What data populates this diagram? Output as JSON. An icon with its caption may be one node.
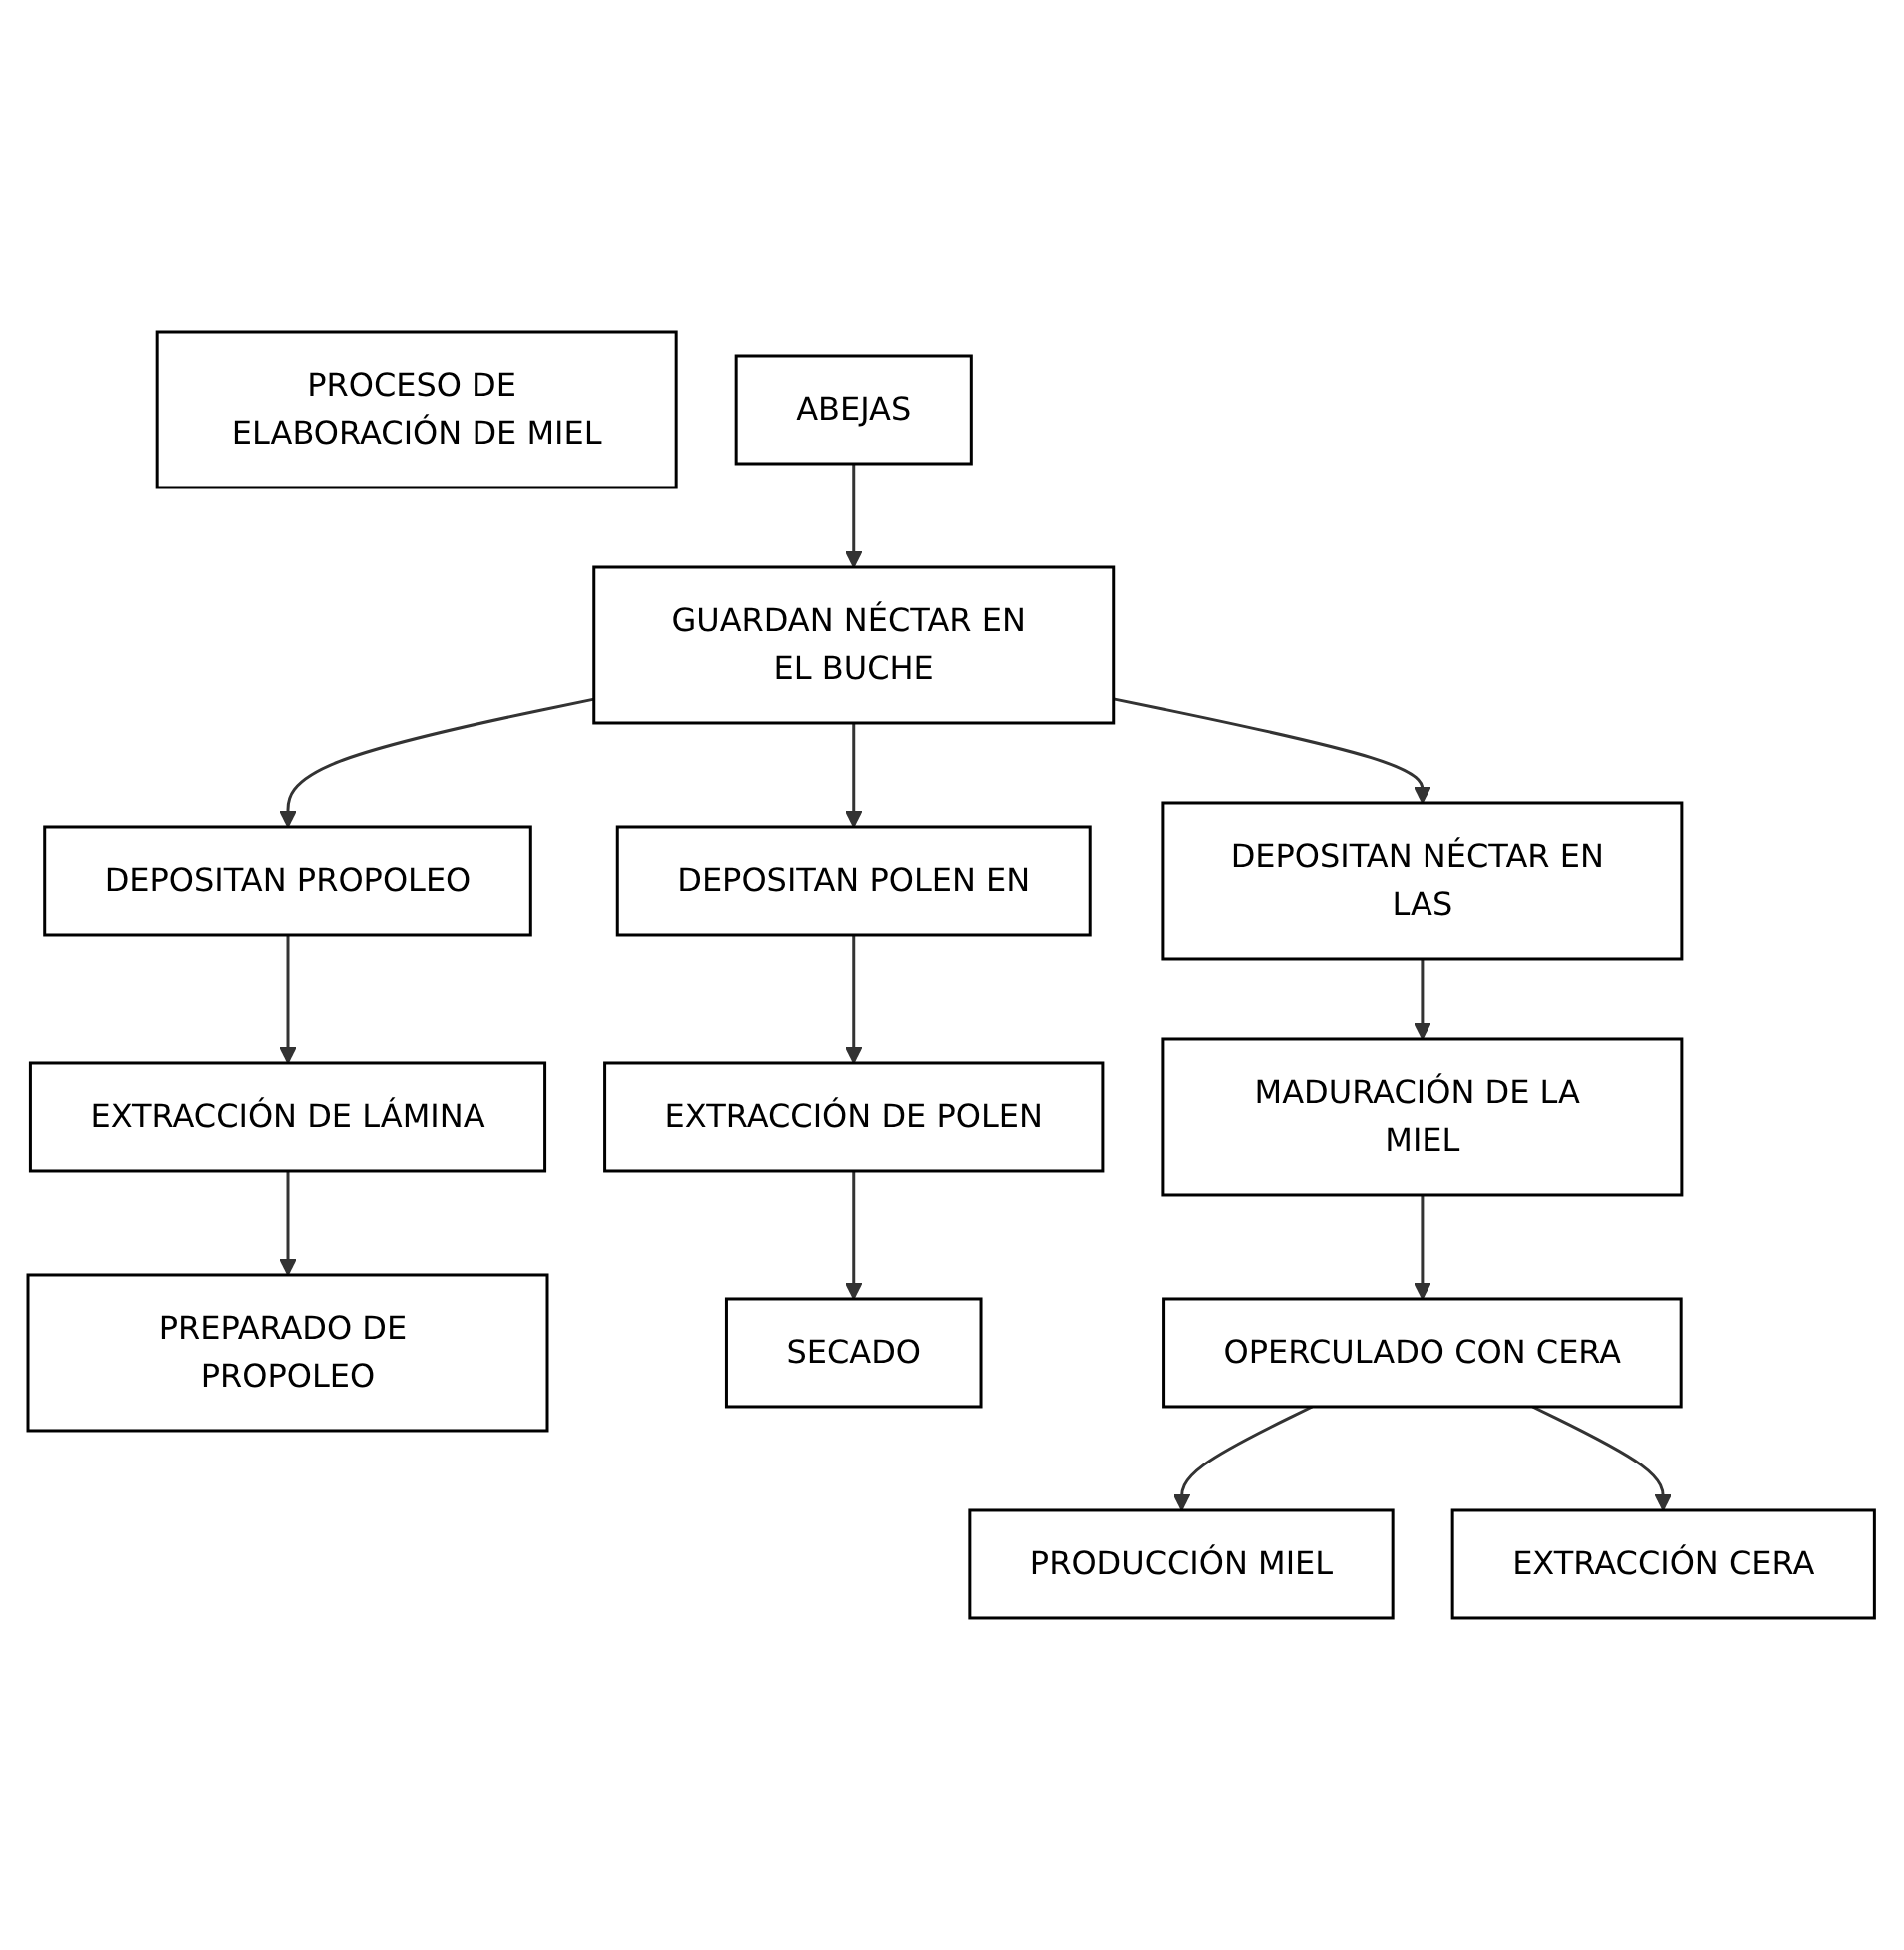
{
  "diagram": {
    "nodes": [
      {
        "text": [
          "PROCESO DE ELABORACIÓN DE MIEL"
        ]
      },
      {
        "text": [
          "ABEJAS"
        ]
      },
      {
        "text": [
          "GUARDAN NÉCTAR EN EL BUCHE"
        ]
      },
      {
        "text": [
          "DEPOSITAN PROPOLEO"
        ]
      },
      {
        "text": [
          "DEPOSITAN POLEN EN"
        ]
      },
      {
        "text": [
          "DEPOSITAN NÉCTAR EN LAS"
        ]
      },
      {
        "text": [
          "EXTRACCIÓN DE LÁMINA"
        ]
      },
      {
        "text": [
          "EXTRACCIÓN DE POLEN"
        ]
      },
      {
        "text": [
          "MADURACIÓN DE LA MIEL"
        ]
      },
      {
        "text": [
          "PREPARADO DE PROPOLEO"
        ]
      },
      {
        "text": [
          "SECADO"
        ]
      },
      {
        "text": [
          "OPERCULADO CON CERA"
        ]
      },
      {
        "text": [
          "PRODUCCIÓN MIEL"
        ]
      },
      {
        "text": [
          "EXTRACCIÓN CERA"
        ]
      }
    ],
    "edges": [
      {
        "from": 1,
        "to": 2,
        "arrow": "to"
      },
      {
        "from": 2,
        "to": 3,
        "arrow": "to"
      },
      {
        "from": 2,
        "to": 4,
        "arrow": "to"
      },
      {
        "from": 2,
        "to": 5,
        "arrow": "to"
      },
      {
        "from": 3,
        "to": 6,
        "arrow": "to"
      },
      {
        "from": 4,
        "to": 7,
        "arrow": "to"
      },
      {
        "from": 5,
        "to": 8,
        "arrow": "to"
      },
      {
        "from": 6,
        "to": 9,
        "arrow": "to"
      },
      {
        "from": 7,
        "to": 10,
        "arrow": "to"
      },
      {
        "from": 8,
        "to": 11,
        "arrow": "to"
      },
      {
        "from": 11,
        "to": 12,
        "arrow": "to"
      },
      {
        "from": 11,
        "to": 13,
        "arrow": "to"
      }
    ]
  }
}
